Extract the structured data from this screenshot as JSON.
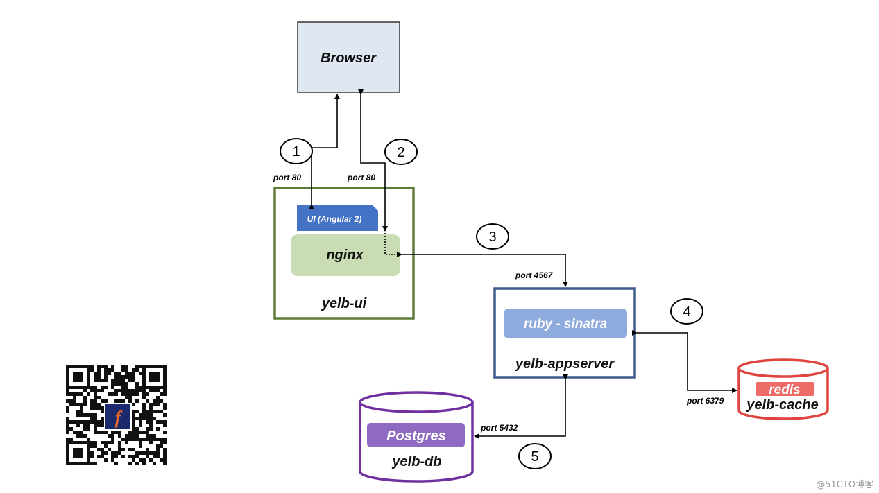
{
  "diagram": {
    "nodes": {
      "browser": {
        "label": "Browser",
        "fill": "#dfe8f2",
        "stroke": "#333333"
      },
      "yelb_ui": {
        "label": "yelb-ui",
        "stroke": "#5e7b3a"
      },
      "ui_angular": {
        "label": "UI (Angular 2)",
        "fill": "#4472c4"
      },
      "nginx": {
        "label": "nginx",
        "fill": "#c9dcb4"
      },
      "yelb_appserver": {
        "label": "yelb-appserver",
        "stroke": "#3e5a8c"
      },
      "ruby_sinatra": {
        "label": "ruby - sinatra",
        "fill": "#8faadc"
      },
      "yelb_cache": {
        "label": "yelb-cache",
        "stroke": "#e0443e"
      },
      "redis": {
        "label": "redis",
        "fill": "#ec6b66"
      },
      "yelb_db": {
        "label": "yelb-db",
        "stroke": "#7030a0"
      },
      "postgres": {
        "label": "Postgres",
        "fill": "#8e6bc0"
      }
    },
    "steps": [
      "1",
      "2",
      "3",
      "4",
      "5"
    ],
    "ports": {
      "p1": "port 80",
      "p2": "port 80",
      "p3": "port 4567",
      "p4": "port 6379",
      "p5": "port 5432"
    }
  },
  "watermark": "@51CTO博客"
}
